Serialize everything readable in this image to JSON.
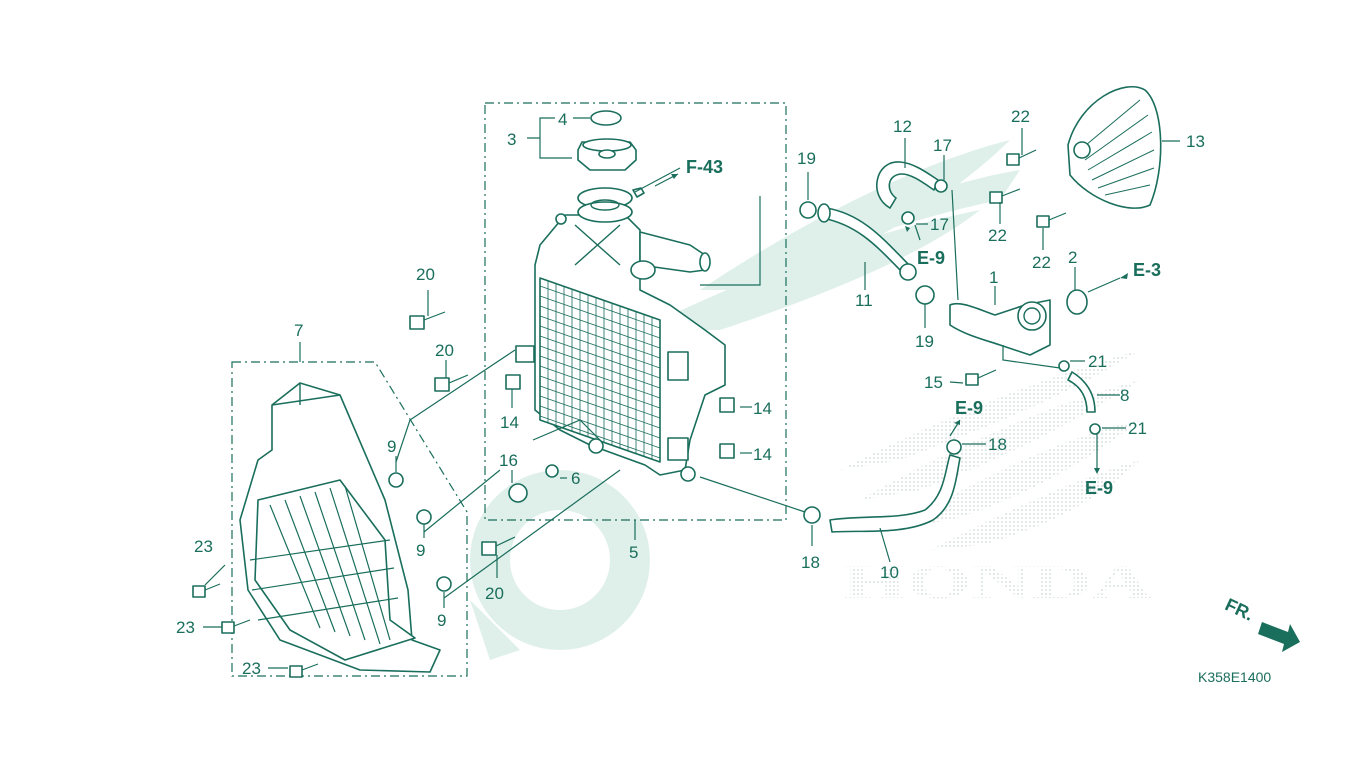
{
  "diagram": {
    "code": "K358E1400",
    "brand": "HONDA",
    "front_marker": "FR.",
    "colors": {
      "ink": "#1a6e5c",
      "watermark": "#dff0ea",
      "dots": "#cfd9d5",
      "background": "#ffffff"
    },
    "refs": [
      "F-43",
      "E-9",
      "E-9",
      "E-9",
      "E-3"
    ],
    "labels": [
      "1",
      "2",
      "3",
      "4",
      "5",
      "6",
      "7",
      "8",
      "9",
      "9",
      "9",
      "10",
      "11",
      "12",
      "13",
      "14",
      "14",
      "14",
      "15",
      "16",
      "17",
      "17",
      "18",
      "18",
      "19",
      "19",
      "20",
      "20",
      "20",
      "21",
      "21",
      "22",
      "22",
      "22",
      "23",
      "23",
      "23"
    ]
  }
}
